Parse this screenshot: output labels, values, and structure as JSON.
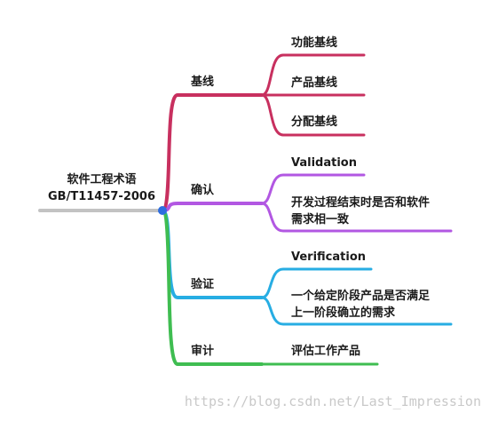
{
  "root": {
    "line1": "软件工程术语",
    "line2": "GB/T11457-2006"
  },
  "branches": [
    {
      "label": "基线",
      "color": "#c8305f",
      "leaves": [
        [
          "功能基线"
        ],
        [
          "产品基线"
        ],
        [
          "分配基线"
        ]
      ]
    },
    {
      "label": "确认",
      "color": "#b257e2",
      "leaves": [
        [
          "Validation"
        ],
        [
          "开发过程结束时是否和软件",
          "需求相一致"
        ]
      ]
    },
    {
      "label": "验证",
      "color": "#27ade3",
      "leaves": [
        [
          "Verification"
        ],
        [
          "一个给定阶段产品是否满足",
          "上一阶段确立的需求"
        ]
      ]
    },
    {
      "label": "审计",
      "color": "#3fbd51",
      "leaves": [
        [
          "评估工作产品"
        ]
      ]
    }
  ],
  "colors": {
    "root_line": "#c3c3c3",
    "hub": "#2d6de0"
  },
  "watermark": "https://blog.csdn.net/Last_Impression"
}
